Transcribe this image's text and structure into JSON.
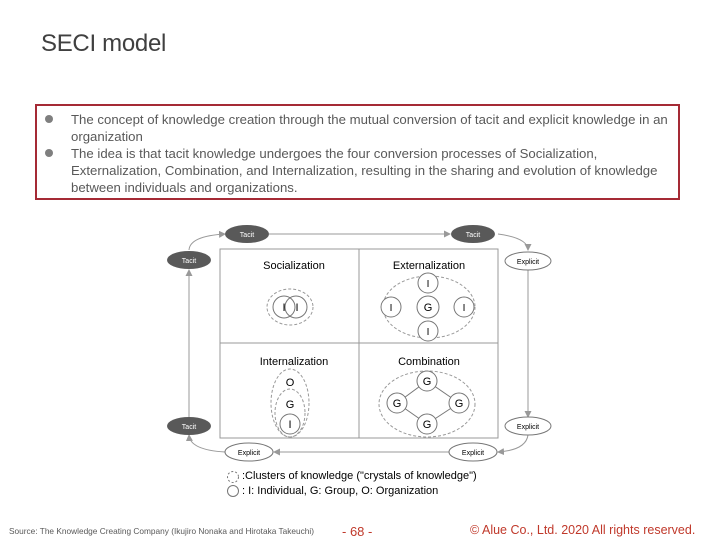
{
  "slide": {
    "title": "SECI model"
  },
  "bullets": [
    "The concept of knowledge creation through the mutual conversion of tacit and explicit knowledge in an organization",
    "The idea is that tacit knowledge undergoes the four conversion processes of Socialization, Externalization, Combination, and Internalization, resulting in the sharing and evolution of knowledge between individuals and organizations."
  ],
  "diagram": {
    "quadrants": {
      "socialization": "Socialization",
      "externalization": "Externalization",
      "internalization": "Internalization",
      "combination": "Combination"
    },
    "ovals": {
      "top_left": "Tacit",
      "top_right": "Tacit",
      "left_upper": "Tacit",
      "left_lower": "Tacit",
      "right_upper": "Explicit",
      "right_lower": "Explicit",
      "bottom_left": "Explicit",
      "bottom_right": "Explicit"
    },
    "nodes": {
      "soc_a": "I",
      "soc_b": "I",
      "ext_top": "I",
      "ext_left": "I",
      "ext_center": "G",
      "ext_right": "I",
      "ext_bottom": "I",
      "int_top": "O",
      "int_mid": "G",
      "int_bottom": "I",
      "com_top": "G",
      "com_left": "G",
      "com_right": "G",
      "com_bottom": "G"
    }
  },
  "legend": {
    "clusters": ":Clusters of knowledge (\"crystals of knowledge\")",
    "units": ":  I: Individual, G: Group, O: Organization"
  },
  "footer": {
    "source": "Source: The Knowledge Creating Company (Ikujiro Nonaka and Hirotaka Takeuchi)",
    "page": "- 68 -",
    "copyright": "© Alue Co., Ltd.  2020  All rights reserved."
  }
}
